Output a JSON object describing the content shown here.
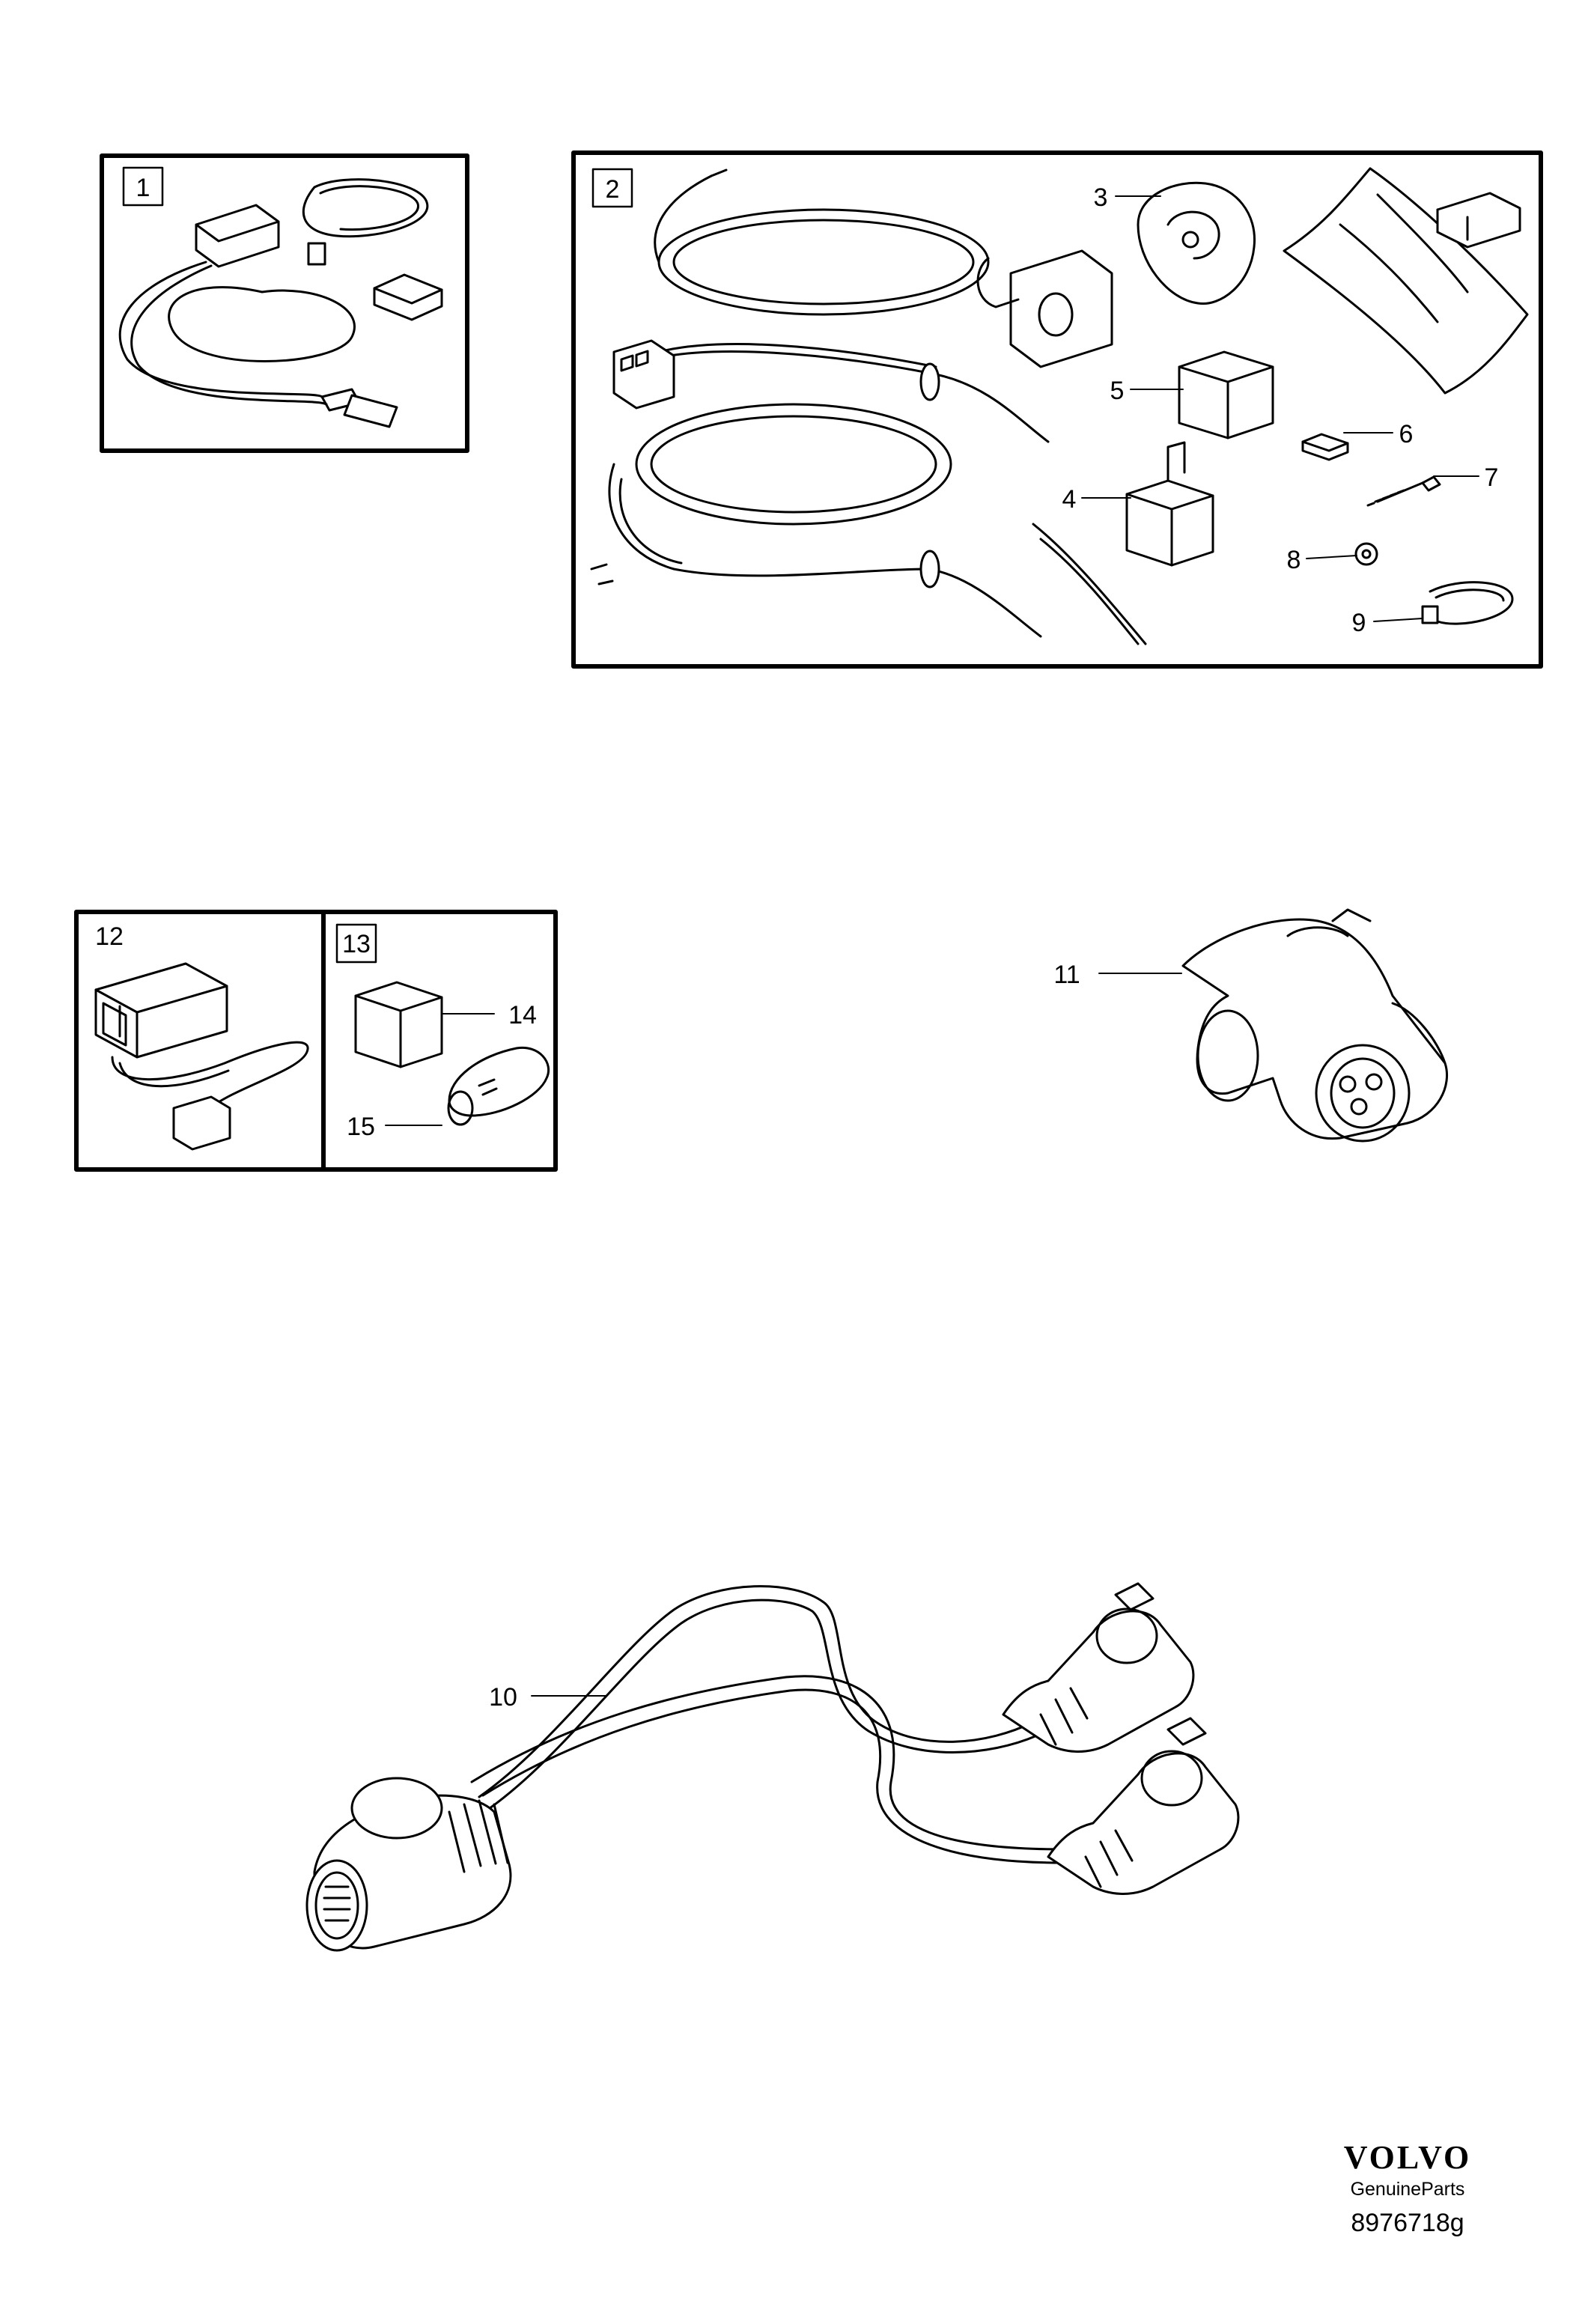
{
  "panels": [
    {
      "id": "panel-1",
      "box_label": "1"
    },
    {
      "id": "panel-2",
      "box_label": "2"
    },
    {
      "id": "panel-12",
      "plain_label": "12"
    },
    {
      "id": "panel-13",
      "box_label": "13"
    }
  ],
  "callouts": {
    "c3": "3",
    "c4": "4",
    "c5": "5",
    "c6": "6",
    "c7": "7",
    "c8": "8",
    "c9": "9",
    "c10": "10",
    "c11": "11",
    "c14": "14",
    "c15": "15"
  },
  "brand": {
    "name": "VOLVO",
    "subtitle": "GenuineParts",
    "diagram_id": "8976718g"
  }
}
